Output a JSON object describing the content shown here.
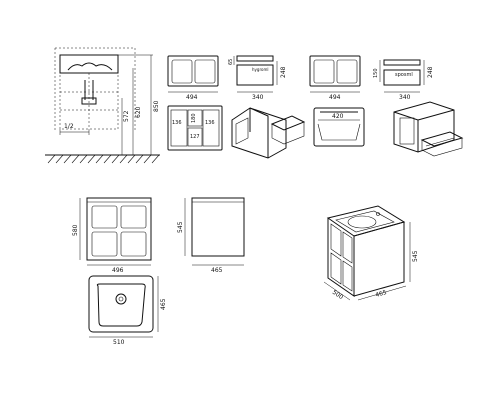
{
  "wall_view": {
    "labels": {
      "half": "1/2",
      "h_max": "850",
      "h_mid": "620",
      "h_min": "572"
    }
  },
  "panel1": {
    "width": "494"
  },
  "panel2": {
    "depth": "340",
    "height": "248",
    "gap": "65",
    "label": "hygroml"
  },
  "panel3": {
    "width": "494"
  },
  "panel4": {
    "depth": "340",
    "height": "248",
    "gap": "150",
    "label": "sposml"
  },
  "panel5": {
    "a": "136",
    "b": "180",
    "c": "136",
    "d": "127"
  },
  "panel7": {
    "width": "420"
  },
  "front": {
    "width": "496",
    "height": "580"
  },
  "side": {
    "height": "545",
    "depth": "465"
  },
  "top": {
    "width": "510",
    "depth": "465"
  },
  "iso": {
    "width": "500",
    "depth": "465",
    "height": "545"
  }
}
